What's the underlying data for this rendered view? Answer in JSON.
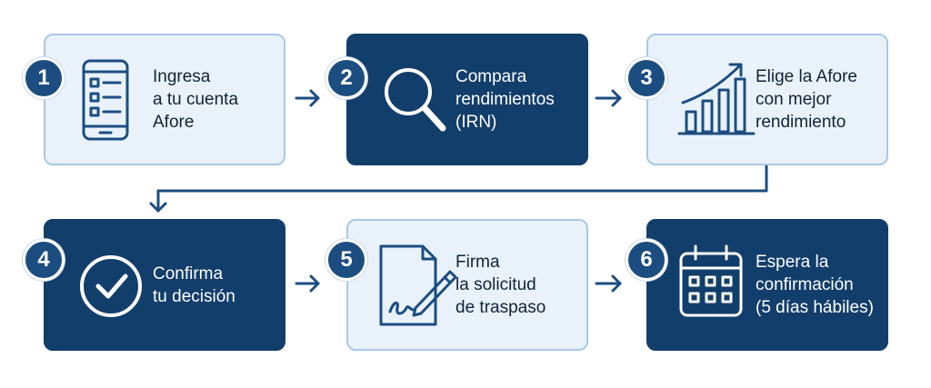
{
  "steps": [
    {
      "number": "1",
      "icon": "smartphone-icon",
      "lines": [
        "Ingresa",
        "a tu cuenta",
        "Afore"
      ]
    },
    {
      "number": "2",
      "icon": "magnifier-icon",
      "lines": [
        "Compara",
        "rendimientos",
        "(IRN)"
      ]
    },
    {
      "number": "3",
      "icon": "growth-chart-icon",
      "lines": [
        "Elige la Afore",
        "con mejor",
        "rendimiento"
      ]
    },
    {
      "number": "4",
      "icon": "checkmark-circle-icon",
      "lines": [
        "Confirma",
        "tu decisión"
      ]
    },
    {
      "number": "5",
      "icon": "signed-document-icon",
      "lines": [
        "Firma",
        "la solicitud",
        "de traspaso"
      ]
    },
    {
      "number": "6",
      "icon": "calendar-icon",
      "lines": [
        "Espera la",
        "confirmación",
        "(5 días hábiles)"
      ]
    }
  ],
  "colors": {
    "dark": "#123e6b",
    "light": "#e9f2fb",
    "border": "#a9c7e6",
    "accent": "#1c4d80"
  }
}
